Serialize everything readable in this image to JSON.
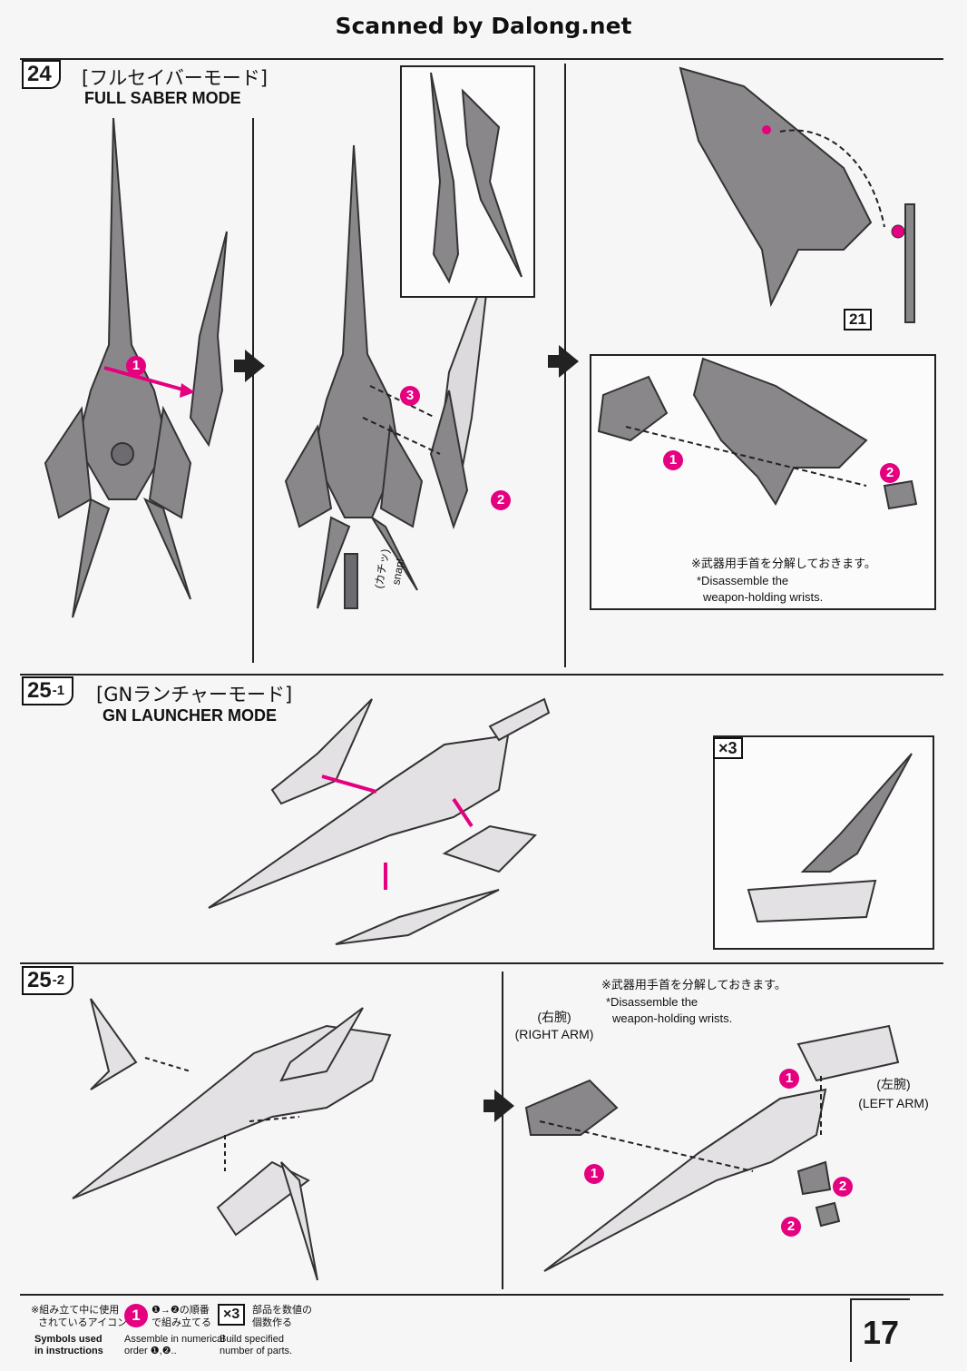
{
  "header": {
    "scanned_text": "Scanned by Dalong.net"
  },
  "step24": {
    "number": "24",
    "title_jp": "[フルセイバーモード]",
    "title_en": "FULL SABER MODE",
    "part_number": "21",
    "note_jp": "※武器用手首を分解しておきます。",
    "note_en_1": "*Disassemble the",
    "note_en_2": "weapon-holding wrists.",
    "snap_text": "(カチッ) snap!"
  },
  "step25_1": {
    "number": "25",
    "sub": "-1",
    "title_jp": "[GNランチャーモード]",
    "title_en": "GN LAUNCHER MODE",
    "multiplier": "×3"
  },
  "step25_2": {
    "number": "25",
    "sub": "-2",
    "note_jp": "※武器用手首を分解しておきます。",
    "note_en_1": "*Disassemble the",
    "note_en_2": "weapon-holding wrists.",
    "right_arm_jp": "(右腕)",
    "right_arm_en": "(RIGHT ARM)",
    "left_arm_jp": "(左腕)",
    "left_arm_en": "(LEFT ARM)"
  },
  "legend": {
    "header_jp_1": "※組み立て中に使用",
    "header_jp_2": "されているアイコン",
    "header_en_1": "Symbols used",
    "header_en_2": "in instructions",
    "icon1_jp_1": "❶→❷の順番",
    "icon1_jp_2": "で組み立てる",
    "icon1_en_1": "Assemble in numerical",
    "icon1_en_2": "order ❶,❷..",
    "icon2_label": "×3",
    "icon2_jp_1": "部品を数値の",
    "icon2_jp_2": "個数作る",
    "icon2_en_1": "Build specified",
    "icon2_en_2": "number of parts."
  },
  "page_number": "17",
  "colors": {
    "accent": "#e4007f",
    "line": "#222222",
    "part_gray": "#7d7a7e"
  }
}
